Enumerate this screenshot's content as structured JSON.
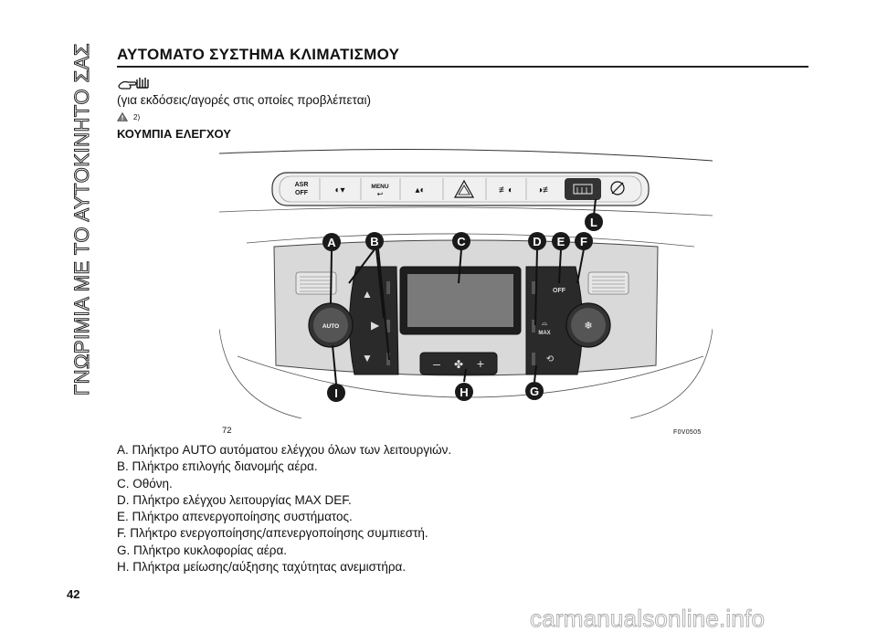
{
  "side_title": "ΓΝΩΡΙΜΙΑ ΜΕ ΤΟ ΑΥΤΟΚΙΝΗΤΟ ΣΑΣ",
  "page_number": "42",
  "header": {
    "title": "ΑΥΤΟΜΑΤΟ ΣΥΣΤΗΜΑ ΚΛΙΜΑΤΙΣΜΟΥ",
    "version_note": "(για εκδόσεις/αγορές στις οποίες προβλέπεται)",
    "warning_ref": "2)",
    "section_title": "ΚΟΥΜΠΙΑ ΕΛΕΓΧΟΥ"
  },
  "figure": {
    "number": "72",
    "code": "F0V0505",
    "button_labels": {
      "asr_off": "ASR OFF",
      "menu": "MENU",
      "off": "OFF",
      "auto": "AUTO",
      "max": "MAX",
      "fan_minus": "–",
      "fan_plus": "+"
    },
    "callouts": [
      "A",
      "B",
      "C",
      "D",
      "E",
      "F",
      "G",
      "H",
      "I",
      "L"
    ]
  },
  "legend": [
    "A. Πλήκτρο AUTO αυτόματου ελέγχου όλων των λειτουργιών.",
    "B. Πλήκτρο επιλογής διανομής αέρα.",
    "C. Οθόνη.",
    "D. Πλήκτρο ελέγχου λειτουργίας MAX DEF.",
    "E. Πλήκτρο απενεργοποίησης συστήματος.",
    "F. Πλήκτρο ενεργοποίησης/απενεργοποίησης συμπιεστή.",
    "G. Πλήκτρο κυκλοφορίας αέρα.",
    "H. Πλήκτρα μείωσης/αύξησης ταχύτητας ανεμιστήρα."
  ],
  "watermark": "carmanualsonline.info",
  "colors": {
    "text": "#111111",
    "panel_dark": "#2a2a2a",
    "callout_bg": "#1a1a1a"
  }
}
